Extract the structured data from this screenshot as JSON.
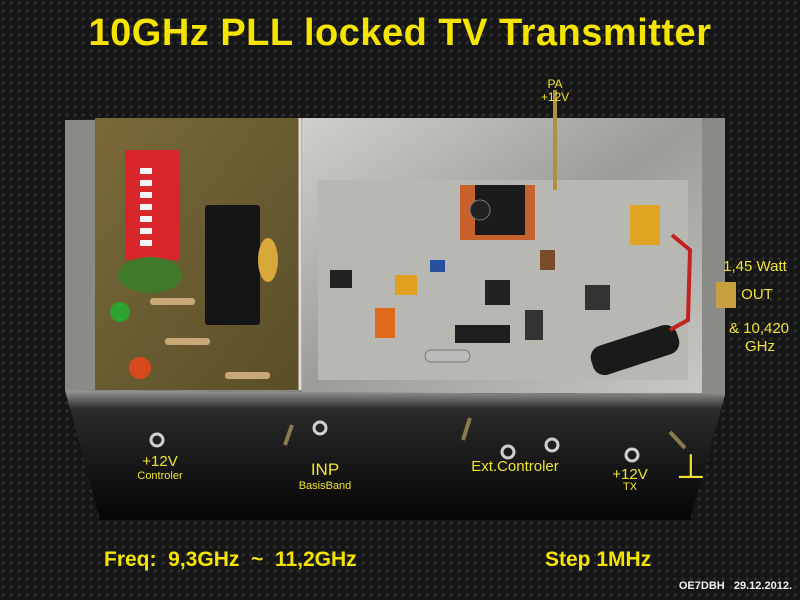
{
  "title": "10GHz  PLL locked TV Transmitter",
  "labels": {
    "pa_line1": "PA",
    "pa_line2": "+12V",
    "out_power": "1,45 Watt",
    "out_label": "OUT",
    "out_freq": "& 10,420",
    "out_freq_unit": "GHz",
    "ctrl_power": "+12V",
    "ctrl_power_sub": "Controler",
    "inp": "INP",
    "inp_sub": "BasisBand",
    "ext_ctrl": "Ext.Controler",
    "tx_power": "+12V",
    "tx_power_sub": "TX",
    "ground_symbol": "⊥"
  },
  "footer": {
    "freq": "Freq:  9,3GHz  ~  11,2GHz",
    "step": "Step 1MHz",
    "credit": "OE7DBH   29.12.2012."
  },
  "colors": {
    "annotation": "#f5e400",
    "background": "#1c1c1c"
  }
}
